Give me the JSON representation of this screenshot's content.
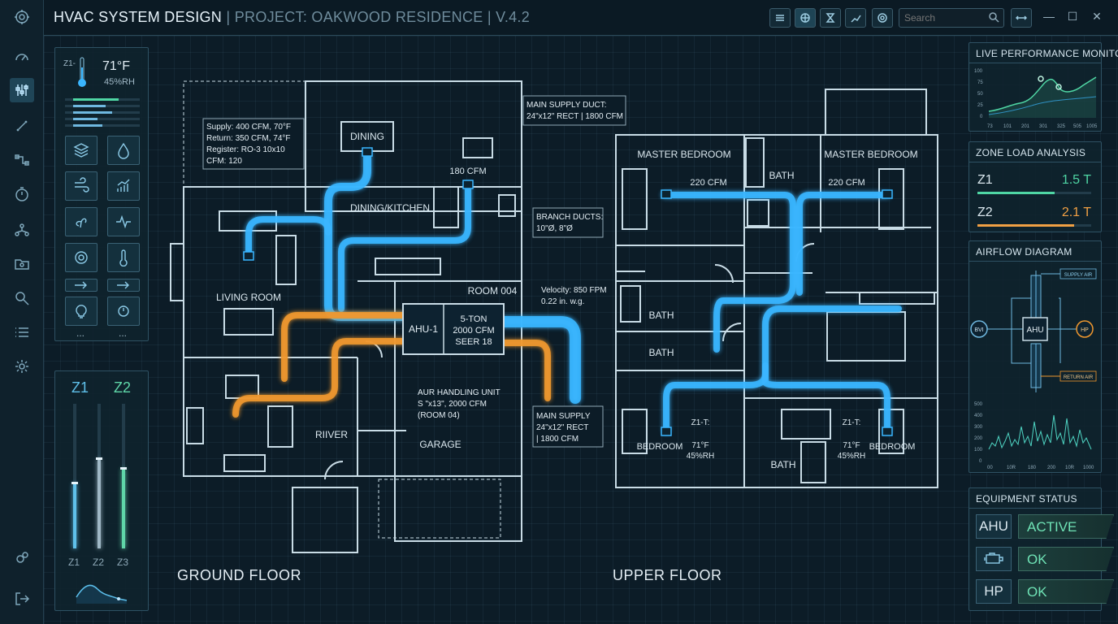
{
  "titlebar": {
    "app_title": "HVAC SYSTEM DESIGN",
    "separator": "|",
    "project": "PROJECT: OAKWOOD RESIDENCE",
    "version": "V.4.2",
    "search_placeholder": "Search"
  },
  "thermostat": {
    "zone": "Z1-",
    "temp": "71°F",
    "humidity": "45%RH",
    "more_1": "...",
    "more_2": "..."
  },
  "zone_sliders": {
    "top_labels": [
      "Z1",
      "Z2"
    ],
    "bottom_labels": [
      "Z1",
      "Z2",
      "Z3"
    ],
    "levels": [
      0.45,
      0.62,
      0.55
    ]
  },
  "plan": {
    "ground_floor": "GROUND FLOOR",
    "upper_floor": "UPPER FLOOR",
    "callout_supply": [
      "Supply: 400 CFM, 70°F",
      "Return: 350 CFM, 74°F",
      "Register: RO-3 10x10",
      "CFM: 120"
    ],
    "callout_main_duct": [
      "MAIN SUPPLY DUCT:",
      "24\"x12\" RECT | 1800 CFM"
    ],
    "callout_branch": [
      "BRANCH DUCTS:",
      "10\"Ø, 8\"Ø"
    ],
    "velocity": [
      "Velocity: 850 FPM",
      "0.22 in. w.g."
    ],
    "ahu_callout": [
      "AUR HANDLING UNIT",
      "S \"x13\", 2000 CFM",
      "(ROOM 04)"
    ],
    "main_supply_callout": [
      "MAIN SUPPLY",
      "24\"x12\" RECT",
      "| 1800 CFM"
    ],
    "ahu_box": {
      "name": "AHU-1",
      "spec": [
        "5-TON",
        "2000 CFM",
        "SEER 18"
      ]
    },
    "rooms_ground": {
      "dining": "DINING",
      "cfm_180": "180 CFM",
      "dining_kitchen": "DINING/KITCHEN",
      "living_room": "LIVING ROOM",
      "room_004": "ROOM 004",
      "river": "RIIVER",
      "garage": "GARAGE"
    },
    "rooms_upper": {
      "master_bedroom_left": "MASTER BEDROOM",
      "master_bedroom_right": "MASTER BEDROOM",
      "bath_top": "BATH",
      "cfm_left": "220 CFM",
      "cfm_right": "220 CFM",
      "bath_mid": "BATH",
      "bath_low": "BATH",
      "bedroom_left": "BEDROOM",
      "bedroom_right": "BEDROOM",
      "bath_bottom": "BATH",
      "z1_left": [
        "Z1-T:",
        "71°F",
        "45%RH"
      ],
      "z1_right": [
        "Z1-T:",
        "71°F",
        "45%RH"
      ]
    }
  },
  "perf_monitor": {
    "title": "LIVE PERFORMANCE MONITOR",
    "y_ticks": [
      "100",
      "75",
      "50",
      "25",
      "0"
    ],
    "x_ticks": [
      "73",
      "101",
      "201",
      "301",
      "325",
      "505",
      "1005"
    ]
  },
  "zone_load": {
    "title": "ZONE LOAD ANALYSIS",
    "zones": [
      {
        "name": "Z1",
        "value": "1.5 T",
        "level": 0.68,
        "color": "#4fd6a4"
      },
      {
        "name": "Z2",
        "value": "2.1 T",
        "level": 0.85,
        "color": "#f0a044"
      }
    ]
  },
  "airflow": {
    "title": "AIRFLOW DIAGRAM",
    "supply": "SUPPLY AIR",
    "return": "RETURN AIR",
    "ahu": "AHU",
    "left_node": "BVI",
    "right_node": "HP",
    "y_ticks": [
      "500",
      "400",
      "300",
      "200",
      "100",
      "0"
    ],
    "x_ticks": [
      "00",
      "10R",
      "180",
      "200",
      "10R",
      "1000"
    ]
  },
  "equipment": {
    "title": "EQUIPMENT STATUS",
    "rows": [
      {
        "label": "AHU",
        "status": "ACTIVE"
      },
      {
        "label": "",
        "status": "OK"
      },
      {
        "label": "HP",
        "status": "OK"
      }
    ]
  },
  "colors": {
    "supply": "#3ab6ff",
    "return": "#f0982e",
    "accent": "#4fd6a4"
  }
}
